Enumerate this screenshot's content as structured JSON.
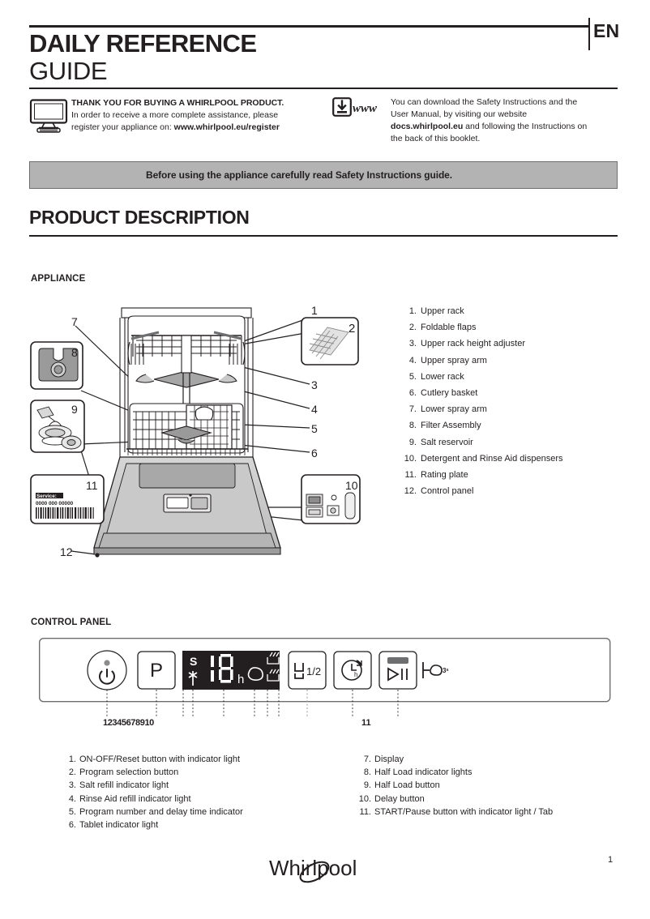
{
  "header": {
    "title_line1": "DAILY REFERENCE",
    "title_line2": "GUIDE",
    "language": "EN"
  },
  "thank_you": {
    "icon": "monitor-icon",
    "line1": "THANK YOU FOR BUYING A WHIRLPOOL PRODUCT.",
    "line2": "In order to receive a more complete assistance, please",
    "line3_prefix": "register your appliance on: ",
    "line3_link": "www.whirlpool.eu/register"
  },
  "download": {
    "icon": "download-www-icon",
    "icon_label": "www",
    "line1": "You can download the Safety Instructions and the",
    "line2": "User Manual, by visiting our website",
    "line3_bold": "docs.whirlpool.eu",
    "line3_rest": " and following the Instructions on",
    "line4": "the back of this booklet."
  },
  "banner": {
    "text": "Before using the appliance carefully read Safety Instructions guide.",
    "bg_color": "#b3b3b3"
  },
  "section": {
    "title": "PRODUCT  DESCRIPTION",
    "appliance_heading": "APPLIANCE",
    "control_panel_heading": "CONTROL PANEL"
  },
  "parts": [
    {
      "num": "1.",
      "label": "Upper rack"
    },
    {
      "num": "2.",
      "label": "Foldable flaps"
    },
    {
      "num": "3.",
      "label": "Upper rack height adjuster"
    },
    {
      "num": "4.",
      "label": "Upper spray arm"
    },
    {
      "num": "5.",
      "label": "Lower  rack"
    },
    {
      "num": "6.",
      "label": "Cutlery basket"
    },
    {
      "num": "7.",
      "label": "Lower spray arm"
    },
    {
      "num": "8.",
      "label": "Filter Assembly"
    },
    {
      "num": "9.",
      "label": "Salt reservoir"
    },
    {
      "num": "10.",
      "label": "Detergent and Rinse Aid dispensers"
    },
    {
      "num": "11.",
      "label": "Rating plate"
    },
    {
      "num": "12.",
      "label": "Control panel"
    }
  ],
  "diagram": {
    "callouts": [
      "1",
      "2",
      "3",
      "4",
      "5",
      "6",
      "7",
      "8",
      "9",
      "10",
      "11",
      "12"
    ],
    "rating_plate": {
      "service_label": "Service:",
      "service_number": "0000 000 00000"
    }
  },
  "control_panel": {
    "power_button_icon": "power-icon",
    "program_button_label": "P",
    "display": {
      "salt_indicator": "S",
      "rinse_aid_indicator": "rinse-aid-star-icon",
      "digits": "18",
      "hour_label": "h",
      "tablet_indicator": "tablet-icon",
      "half_load_indicators": "half-load-rack-icon"
    },
    "half_load_button_label": "1/2",
    "delay_button_label": "h",
    "start_button_icon": "play-pause-icon",
    "tab_label": "3ˢ",
    "numbers_left": "12345678910",
    "numbers_right": "11"
  },
  "legend_left": [
    {
      "num": "1.",
      "label": "ON-OFF/Reset button with indicator light"
    },
    {
      "num": "2.",
      "label": "Program selection button"
    },
    {
      "num": "3.",
      "label": "Salt refill indicator light"
    },
    {
      "num": "4.",
      "label": "Rinse Aid refill indicator light"
    },
    {
      "num": "5.",
      "label": "Program number and delay time indicator"
    },
    {
      "num": "6.",
      "label": "Tablet indicator light"
    }
  ],
  "legend_right": [
    {
      "num": "7.",
      "label": "Display"
    },
    {
      "num": "8.",
      "label": "Half Load indicator lights"
    },
    {
      "num": "9.",
      "label": "Half Load button"
    },
    {
      "num": "10.",
      "label": "Delay button"
    },
    {
      "num": "11.",
      "label": "START/Pause button with indicator light / Tab"
    }
  ],
  "footer": {
    "brand": "Whirlpool",
    "page_number": "1"
  }
}
